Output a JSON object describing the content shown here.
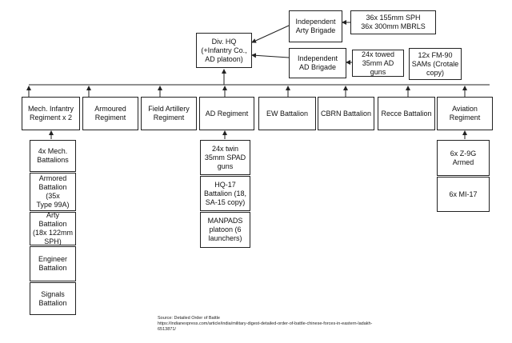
{
  "hq": "Div. HQ\n(+Infantry Co.,\nAD platoon)",
  "independent_arty_brigade": "Independent\nArty Brigade",
  "arty_assets": "36x 155mm SPH\n36x 300mm MBRLS",
  "independent_ad_brigade": "Independent\nAD Brigade",
  "ad_assets": "24x towed\n35mm AD guns",
  "ad_sams": "12x FM-90\nSAMs (Crotale\ncopy)",
  "regiments": {
    "mech_infantry": "Mech. Infantry\nRegiment x 2",
    "armoured": "Armoured\nRegiment",
    "field_artillery": "Field Artillery\nRegiment",
    "ad": "AD Regiment",
    "ew": "EW Battalion",
    "cbrn": "CBRN Battalion",
    "recce": "Recce Battalion",
    "aviation": "Aviation\nRegiment"
  },
  "mech_infantry_units": [
    "4x Mech.\nBattalions",
    "Armored\nBattalion (35x\nType 99A)",
    "Arty Battalion\n(18x 122mm\nSPH)",
    "Engineer\nBattalion",
    "Signals\nBattalion"
  ],
  "ad_regiment_units": [
    "24x twin\n35mm SPAD\nguns",
    "HQ-17\nBattalion (18,\nSA-15 copy)",
    "MANPADS\nplatoon (6\nlaunchers)"
  ],
  "aviation_units": [
    "6x Z-9G Armed",
    "6x MI-17"
  ],
  "source": {
    "label": "Source: Detailed Order of Battle",
    "url_line1": "https://indianexpress.com/article/india/military-digest-detailed-order-of-battle-chinese-forces-in-eastern-ladakh-",
    "url_line2": "6513871/"
  },
  "colors": {
    "line": "#222222",
    "border": "#222222",
    "text": "#111111"
  }
}
